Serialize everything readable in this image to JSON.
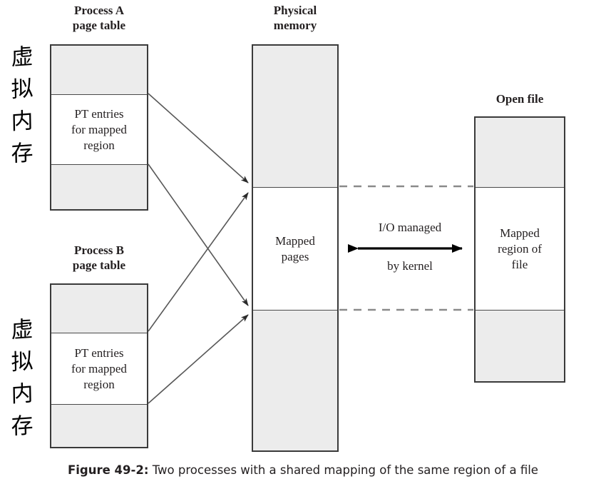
{
  "figure": {
    "caption_label": "Figure 49-2:",
    "caption_text": " Two processes with a shared mapping of the same region of a file"
  },
  "columns": {
    "process_a": {
      "title": "Process A\npage table",
      "segments": [
        {
          "name": "upper-unmapped",
          "label": "",
          "shaded": true
        },
        {
          "name": "mapped-entries",
          "label": "PT entries\nfor mapped\nregion",
          "shaded": false
        },
        {
          "name": "lower-unmapped",
          "label": "",
          "shaded": true
        }
      ]
    },
    "process_b": {
      "title": "Process B\npage table",
      "segments": [
        {
          "name": "upper-unmapped",
          "label": "",
          "shaded": true
        },
        {
          "name": "mapped-entries",
          "label": "PT entries\nfor mapped\nregion",
          "shaded": false
        },
        {
          "name": "lower-unmapped",
          "label": "",
          "shaded": true
        }
      ]
    },
    "physical_memory": {
      "title": "Physical\nmemory",
      "segments": [
        {
          "name": "upper-memory",
          "label": "",
          "shaded": true
        },
        {
          "name": "mapped-pages",
          "label": "Mapped\npages",
          "shaded": false
        },
        {
          "name": "lower-memory",
          "label": "",
          "shaded": true
        }
      ]
    },
    "open_file": {
      "title": "Open file",
      "segments": [
        {
          "name": "upper-file",
          "label": "",
          "shaded": true
        },
        {
          "name": "mapped-region",
          "label": "Mapped\nregion of\nfile",
          "shaded": false
        },
        {
          "name": "lower-file",
          "label": "",
          "shaded": true
        }
      ]
    }
  },
  "middle_annotation": {
    "line1": "I/O managed",
    "line2": "by kernel"
  },
  "handwritten_notes": [
    {
      "name": "virtual-memory-note-top",
      "text": "虚拟内存",
      "chars": [
        "虚",
        "拟",
        "内",
        "存"
      ]
    },
    {
      "name": "virtual-memory-note-bottom",
      "text": "虚拟内存",
      "chars": [
        "虚",
        "拟",
        "内",
        "存"
      ]
    }
  ],
  "colors": {
    "shaded_fill": "#ececec",
    "box_border": "#3a3a3a",
    "divider": "#4a4a4a",
    "text": "#231f20",
    "arrow": "#4a4a4a",
    "dashed": "#8a8a8a",
    "handwriting": "#000000"
  }
}
